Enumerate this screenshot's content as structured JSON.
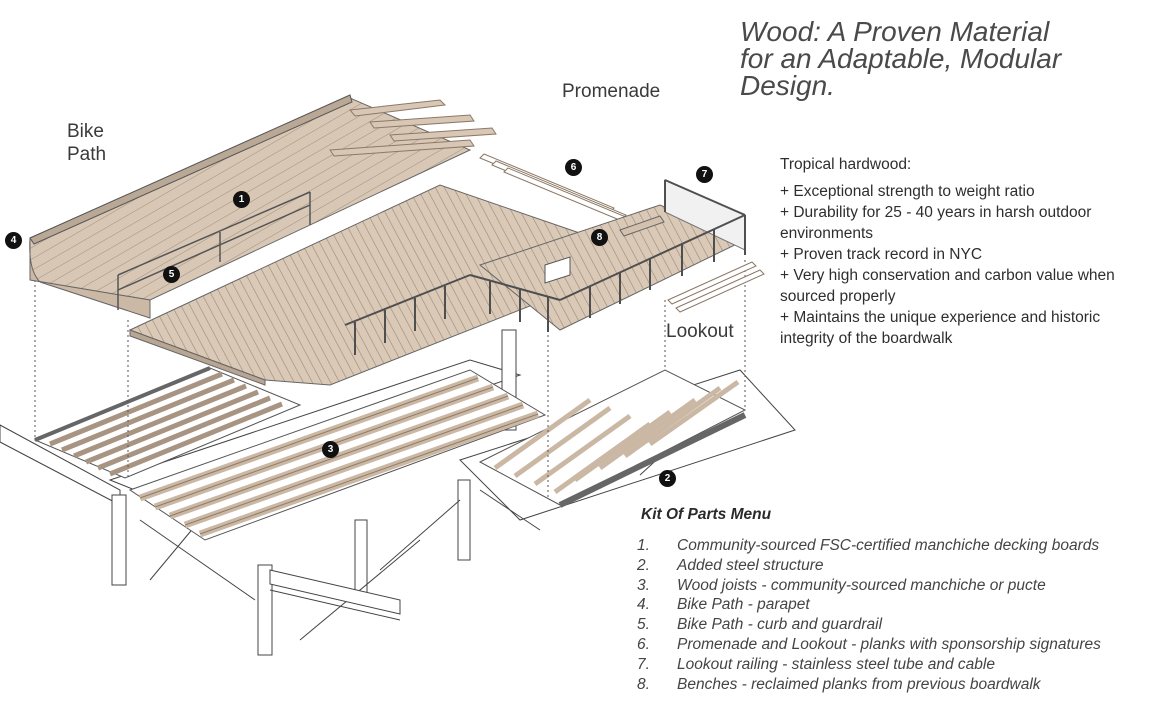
{
  "title": {
    "line1": "Wood: A Proven Material",
    "line2": "for an Adaptable, Modular",
    "line3": "Design."
  },
  "labels": {
    "bike_path_line1": "Bike",
    "bike_path_line2": "Path",
    "promenade": "Promenade",
    "lookout": "Lookout"
  },
  "properties": {
    "heading": "Tropical hardwood:",
    "items": [
      "+ Exceptional strength to weight ratio",
      "+ Durability for 25 - 40 years in harsh outdoor environments",
      "+ Proven track record in NYC",
      "+ Very high conservation and carbon value when sourced properly",
      "+ Maintains the unique experience and historic integrity of the boardwalk"
    ]
  },
  "kit": {
    "title": "Kit Of Parts Menu",
    "items": [
      {
        "num": "1.",
        "text": "Community-sourced FSC-certified manchiche decking boards"
      },
      {
        "num": "2.",
        "text": "Added steel structure"
      },
      {
        "num": "3.",
        "text": "Wood joists - community-sourced manchiche or pucte"
      },
      {
        "num": "4.",
        "text": "Bike Path - parapet"
      },
      {
        "num": "5.",
        "text": "Bike Path - curb and guardrail"
      },
      {
        "num": "6.",
        "text": "Promenade and Lookout - planks with sponsorship signatures"
      },
      {
        "num": "7.",
        "text": "Lookout railing - stainless steel tube and cable"
      },
      {
        "num": "8.",
        "text": "Benches - reclaimed planks from previous boardwalk"
      }
    ]
  },
  "markers": [
    "1",
    "2",
    "3",
    "4",
    "5",
    "6",
    "7",
    "8"
  ],
  "colors": {
    "wood": "#d9c8b6",
    "wood_dark": "#a89482",
    "steel": "#6e6e6e",
    "line": "#4a4a4a"
  }
}
